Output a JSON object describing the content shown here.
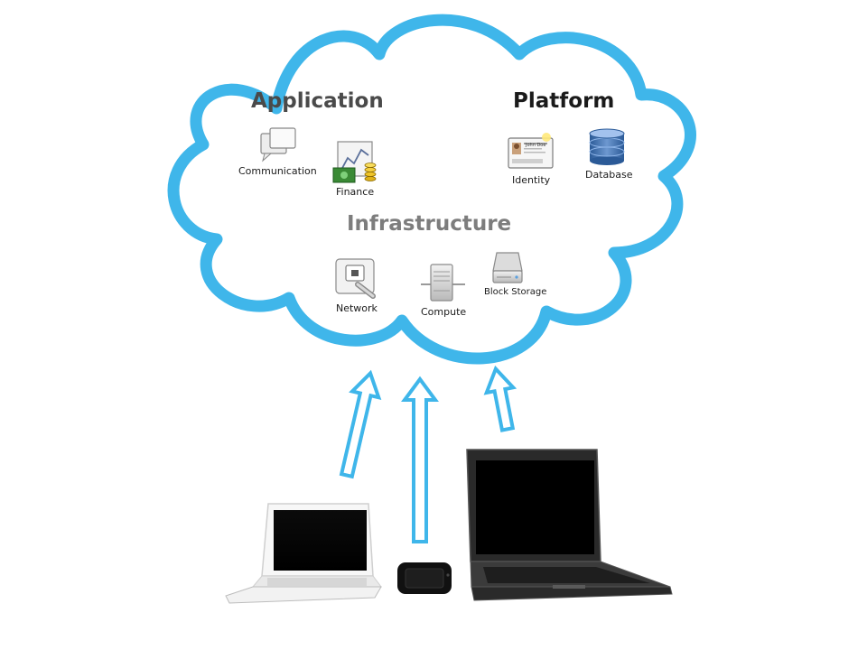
{
  "headings": {
    "application": "Application",
    "platform": "Platform",
    "infrastructure": "Infrastructure"
  },
  "services": {
    "communication": "Communication",
    "finance": "Finance",
    "identity": "Identity",
    "id_card_name": "John Doe",
    "database": "Database",
    "network": "Network",
    "compute": "Compute",
    "block_storage": "Block Storage"
  },
  "colors": {
    "cloud_outline": "#3fb6ea",
    "arrow": "#3fb6ea",
    "application_heading": "#4a4a4a",
    "platform_heading": "#1a1a1a",
    "infrastructure_heading": "#7d7d7d"
  },
  "devices": [
    "white-laptop",
    "mobile-phone",
    "black-laptop"
  ],
  "arrows": 3
}
